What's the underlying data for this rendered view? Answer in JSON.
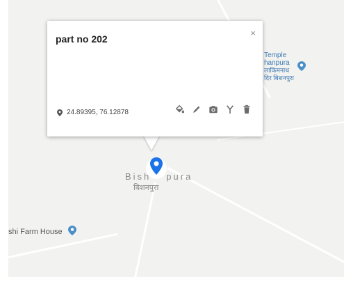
{
  "map": {
    "places": {
      "town_en": "Bish",
      "town_en_tail": "pura",
      "town_hi": "बिशनपुरा",
      "temple_line1": "Temple",
      "temple_line2": "hanpura",
      "temple_line3": "लाकिमनाथ",
      "temple_line4": "दिर बिशनपुरा",
      "farm": "shi Farm House"
    },
    "colors": {
      "map_bg": "#f2f2f0",
      "marker": "#1a73e8",
      "poi": "#4a90c8"
    }
  },
  "popup": {
    "title": "part no 202",
    "close": "×",
    "coords": "24.89395, 76.12878",
    "tools": [
      "paint-bucket-icon",
      "pencil-icon",
      "camera-icon",
      "route-icon",
      "trash-icon"
    ]
  }
}
